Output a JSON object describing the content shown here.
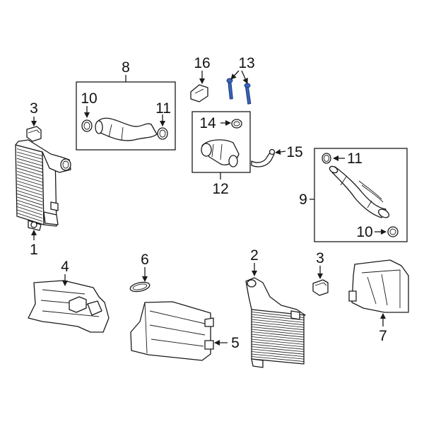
{
  "callouts": {
    "c1": "1",
    "c2": "2",
    "c3a": "3",
    "c3b": "3",
    "c4": "4",
    "c5": "5",
    "c6": "6",
    "c7": "7",
    "c8": "8",
    "c9": "9",
    "c10a": "10",
    "c10b": "10",
    "c11a": "11",
    "c11b": "11",
    "c12": "12",
    "c13": "13",
    "c14": "14",
    "c15": "15",
    "c16": "16"
  },
  "colors": {
    "line": "#1a1a1a",
    "highlight": "#3a62b8",
    "background": "#ffffff"
  }
}
